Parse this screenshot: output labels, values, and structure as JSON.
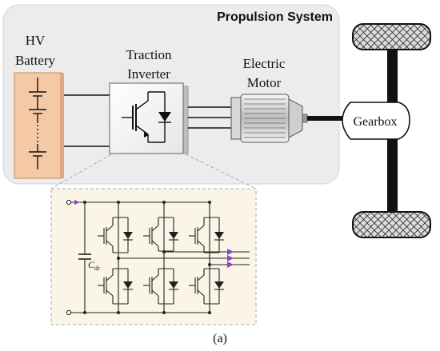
{
  "system_title": "Propulsion System",
  "battery_label": [
    "HV",
    "Battery"
  ],
  "inverter_label": [
    "Traction",
    "Inverter"
  ],
  "motor_label": [
    "Electric",
    "Motor"
  ],
  "gearbox_label": "Gearbox",
  "capacitor_label": "C",
  "capacitor_subscript": "dc",
  "caption": "(a)",
  "colors": {
    "system_bg": "#ececec",
    "battery_fill": "#f6c9a6",
    "battery_stroke": "#c9956a",
    "inset_bg": "#faf5e7",
    "arrow_purple": "#8a45c0",
    "axle": "#111111"
  }
}
